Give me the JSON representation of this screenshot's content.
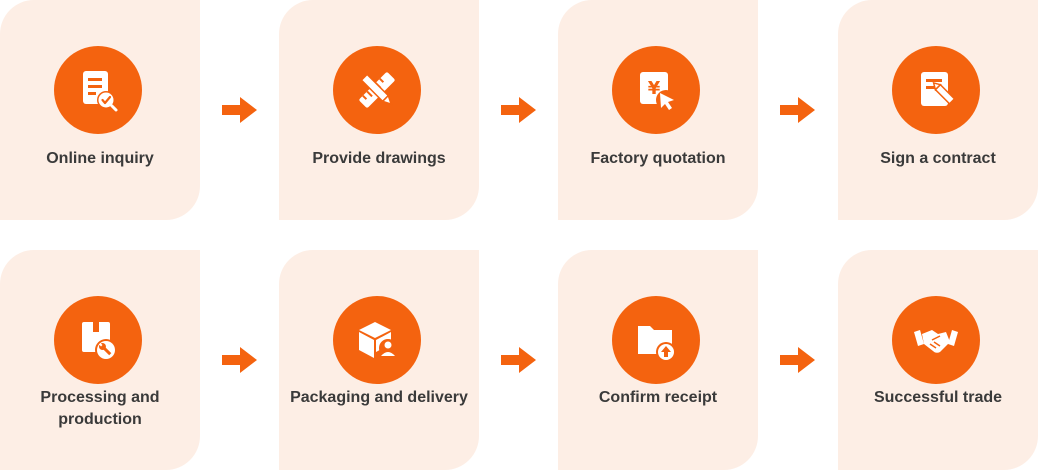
{
  "colors": {
    "accent": "#f4630f",
    "card_background": "#fdeee5",
    "text": "#3a3a3a"
  },
  "steps": [
    {
      "label": "Online inquiry",
      "icon": "document-check-icon"
    },
    {
      "label": "Provide drawings",
      "icon": "ruler-pencil-icon"
    },
    {
      "label": "Factory quotation",
      "icon": "yen-quotation-cursor-icon"
    },
    {
      "label": "Sign a contract",
      "icon": "contract-sign-icon"
    },
    {
      "label": "Processing and production",
      "icon": "box-wrench-icon"
    },
    {
      "label": "Packaging and delivery",
      "icon": "package-person-icon"
    },
    {
      "label": "Confirm receipt",
      "icon": "folder-upload-icon"
    },
    {
      "label": "Successful trade",
      "icon": "handshake-icon"
    }
  ]
}
